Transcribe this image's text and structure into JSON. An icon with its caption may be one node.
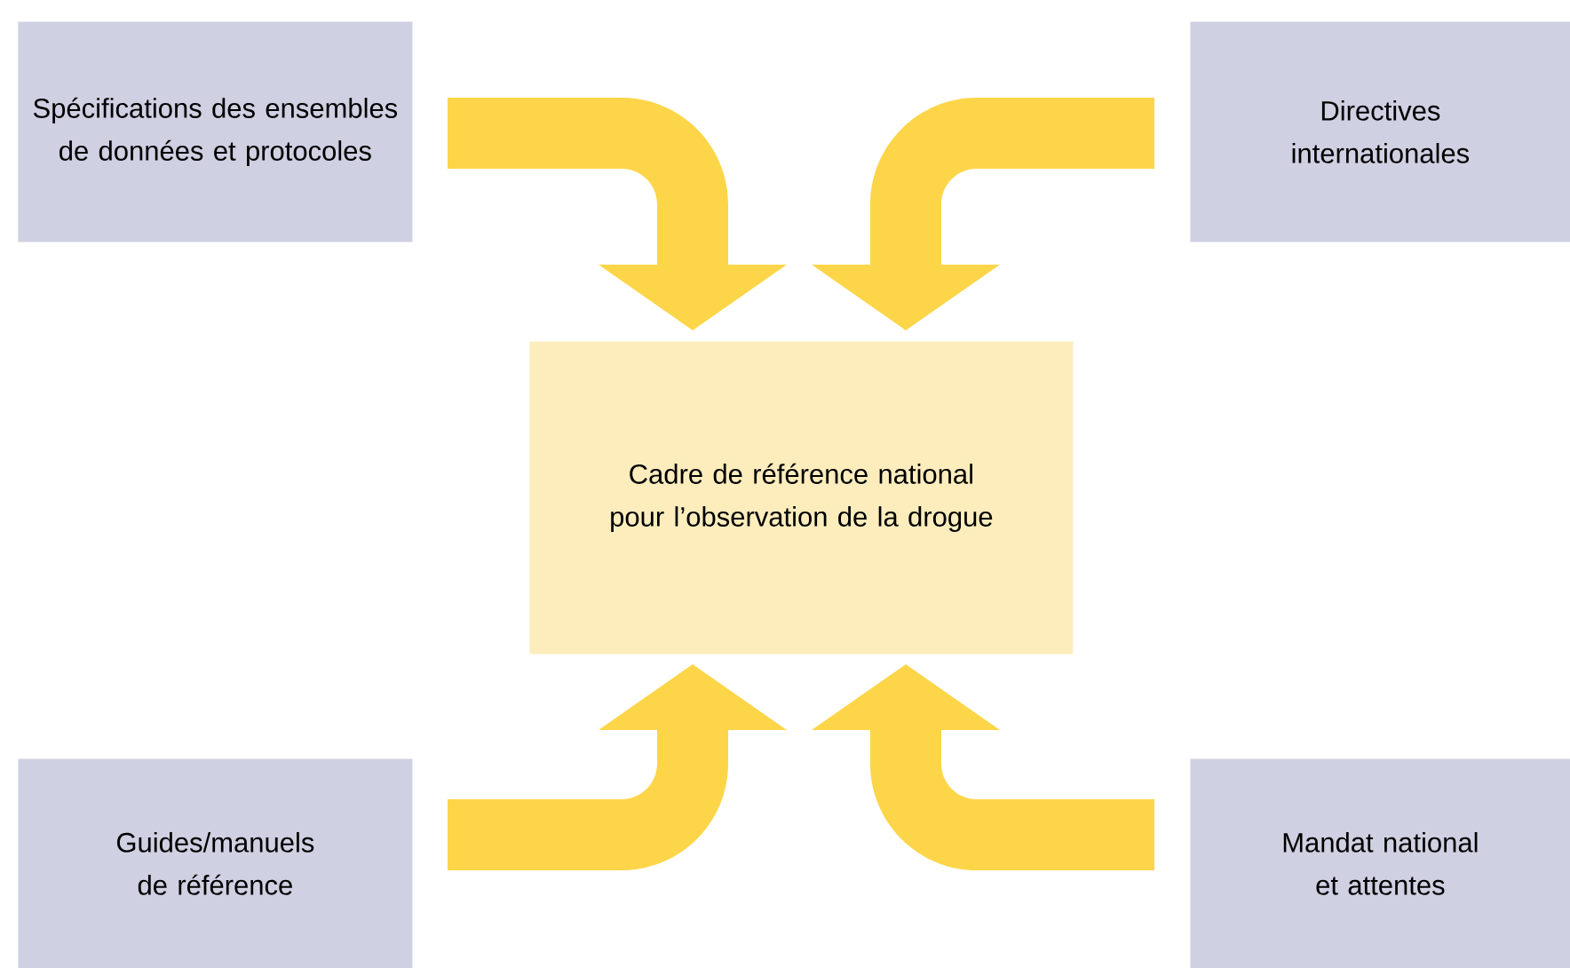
{
  "diagram": {
    "nodes": [
      {
        "text": [
          "Spécifications des ensembles de données et protocoles"
        ]
      },
      {
        "text": [
          "Directives internationales"
        ]
      },
      {
        "text": [
          "Cadre de référence national pour l’observation de la drogue"
        ]
      },
      {
        "text": [
          "Guides/manuels de référence"
        ]
      },
      {
        "text": [
          "Mandat national et attentes"
        ]
      }
    ],
    "edges": [
      {
        "from": 0,
        "to": 2,
        "arrow": "to"
      },
      {
        "from": 1,
        "to": 2,
        "arrow": "to"
      },
      {
        "from": 3,
        "to": 2,
        "arrow": "to"
      },
      {
        "from": 4,
        "to": 2,
        "arrow": "to"
      }
    ]
  }
}
